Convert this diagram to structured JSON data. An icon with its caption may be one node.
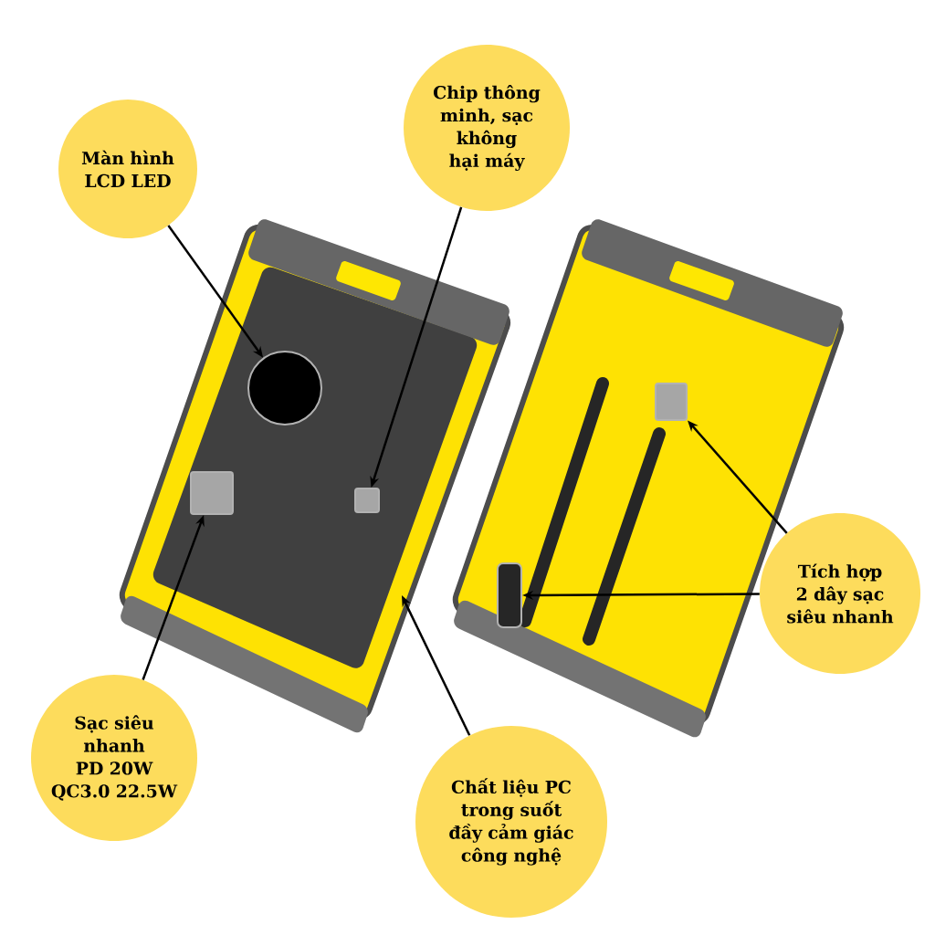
{
  "diagram": {
    "nodes": [
      {
        "text": [
          "Màn hình LCD LED"
        ]
      },
      {
        "text": [
          "Chip thông minh, sạc không hại máy"
        ]
      },
      {
        "text": [
          "Tích hợp 2 dây sạc siêu nhanh"
        ]
      },
      {
        "text": [
          "Sạc siêu nhanh PD 20W QC3.0 22.5W"
        ]
      },
      {
        "text": [
          "Chất liệu PC trong suốt đầy cảm giác công nghệ"
        ]
      },
      {
        "text": [],
        "shape": "circle"
      },
      {
        "text": [],
        "shape": "box"
      },
      {
        "text": [],
        "shape": "box"
      },
      {
        "text": [],
        "shape": "box"
      },
      {
        "text": [],
        "shape": "bar"
      }
    ],
    "edges": [
      {
        "from": 0,
        "to": 5,
        "arrow": "to"
      },
      {
        "from": 1,
        "to": 6,
        "arrow": "to"
      },
      {
        "from": 2,
        "to": 8,
        "arrow": "to"
      },
      {
        "from": 2,
        "to": 9,
        "arrow": "to"
      },
      {
        "from": 3,
        "to": 7,
        "arrow": "to"
      },
      {
        "from": 4,
        "to": null,
        "arrow": "to"
      }
    ]
  }
}
